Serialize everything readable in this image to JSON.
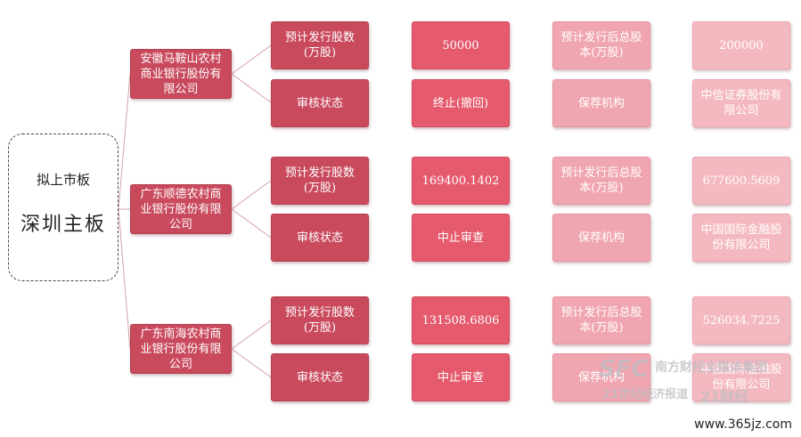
{
  "root": {
    "line1": "拟上市板",
    "line2": "深圳主板"
  },
  "banks": [
    {
      "name": "安徽马鞍山农村商业银行股份有限公司",
      "row1": {
        "label": "预计发行股数(万股)",
        "value": "50000",
        "label2": "预计发行后总股本(万股)",
        "value2": "200000"
      },
      "row2": {
        "label": "审核状态",
        "value": "终止(撤回)",
        "label2": "保荐机构",
        "value2": "中信证券股份有限公司"
      }
    },
    {
      "name": "广东顺德农村商业银行股份有限公司",
      "row1": {
        "label": "预计发行股数(万股)",
        "value": "169400.1402",
        "label2": "预计发行后总股本(万股)",
        "value2": "677600.5609"
      },
      "row2": {
        "label": "审核状态",
        "value": "中止审查",
        "label2": "保荐机构",
        "value2": "中国国际金融股份有限公司"
      }
    },
    {
      "name": "广东南海农村商业银行股份有限公司",
      "row1": {
        "label": "预计发行股数(万股)",
        "value": "131508.6806",
        "label2": "预计发行后总股本(万股)",
        "value2": "526034.7225"
      },
      "row2": {
        "label": "审核状态",
        "value": "中止审查",
        "label2": "保荐机构",
        "value2": "中国国际金融股份有限公司"
      }
    }
  ],
  "watermark": {
    "brand": "SFC",
    "line1": "南方财经全媒体集团",
    "line2": "21世纪经济报道",
    "line3": "21财经"
  },
  "footer_url": "www.365jz.com",
  "colors": {
    "dark": "#c94a5d",
    "mid": "#e55a6c",
    "light": "#f0a6b0"
  }
}
